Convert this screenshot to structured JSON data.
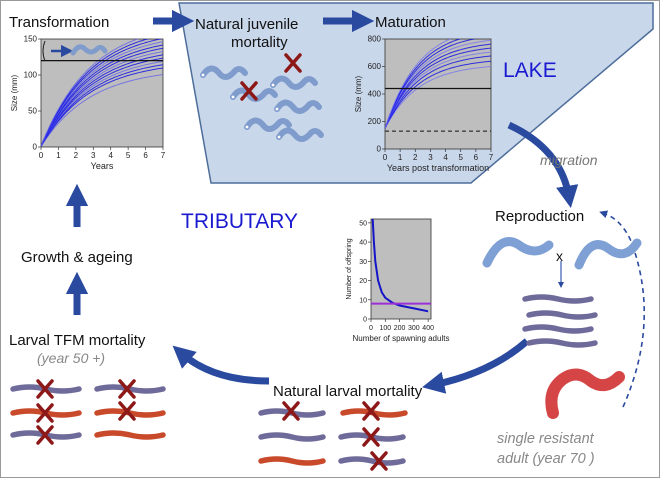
{
  "labels": {
    "transformation": "Transformation",
    "juvenile_mortality_line1": "Natural juvenile",
    "juvenile_mortality_line2": "mortality",
    "maturation": "Maturation",
    "lake": "LAKE",
    "migration": "migration",
    "reproduction": "Reproduction",
    "cross": "x",
    "tributary": "TRIBUTARY",
    "growth_ageing": "Growth & ageing",
    "larval_tfm_mortality": "Larval TFM mortality",
    "year_50": "(year 50 +)",
    "natural_larval_mortality": "Natural larval mortality",
    "single_resistant_line1": "single resistant",
    "single_resistant_line2": "adult (year 70 )"
  },
  "colors": {
    "arrow": "#2a4aa0",
    "lake_fill": "#c9d7eb",
    "lake_stroke": "#4d6e9a",
    "tributary_text": "#1a1ad0",
    "lake_text": "#1a1ad0",
    "plot_bg": "#bebebe",
    "curve_blue": "#1414e6",
    "offspring_curve": "#1414c8",
    "offspring_line": "#9b30d6",
    "larva_gray": "#6e6a9a",
    "larva_red": "#c84a2a",
    "cross_red": "#8c1818",
    "resistant_adult": "#d64545",
    "juvenile": "#7f9ccc"
  },
  "chart_data": [
    {
      "type": "line",
      "title": "",
      "xlabel": "Years",
      "ylabel": "Size (mm)",
      "xlim": [
        0,
        7
      ],
      "ylim": [
        0,
        150
      ],
      "x_ticks": [
        "0",
        "1",
        "2",
        "3",
        "4",
        "5",
        "6",
        "7"
      ],
      "y_ticks": [
        "0",
        "50",
        "100",
        "150"
      ],
      "threshold": 120,
      "curve_asymptotes": [
        110,
        120,
        125,
        130,
        135,
        140,
        145,
        150,
        155,
        160,
        165,
        170,
        175
      ],
      "curve_rate": 0.35
    },
    {
      "type": "line",
      "title": "",
      "xlabel": "Years post transformation",
      "ylabel": "Size (mm)",
      "xlim": [
        0,
        7
      ],
      "ylim": [
        0,
        800
      ],
      "x_ticks": [
        "0",
        "1",
        "2",
        "3",
        "4",
        "5",
        "6",
        "7"
      ],
      "y_ticks": [
        "0",
        "200",
        "400",
        "600",
        "800"
      ],
      "solid_line": 440,
      "dashed_line": 130,
      "start": 150,
      "curve_asymptotes": [
        620,
        660,
        700,
        730,
        760,
        790,
        820,
        850,
        880,
        910
      ],
      "curve_rate": 0.45
    },
    {
      "type": "line",
      "title": "",
      "xlabel": "Number of spawning adults",
      "ylabel": "Number of offspring",
      "xlim": [
        0,
        420
      ],
      "ylim": [
        0,
        52
      ],
      "x_ticks": [
        "0",
        "100",
        "200",
        "300",
        "400"
      ],
      "y_ticks": [
        "0",
        "10",
        "20",
        "30",
        "40",
        "50"
      ],
      "offspring_curve": {
        "x": [
          10,
          20,
          30,
          50,
          75,
          100,
          150,
          200,
          300,
          400
        ],
        "y": [
          55,
          40,
          30,
          20,
          14,
          11,
          8.5,
          7,
          5.5,
          4
        ]
      },
      "threshold": 8
    }
  ]
}
